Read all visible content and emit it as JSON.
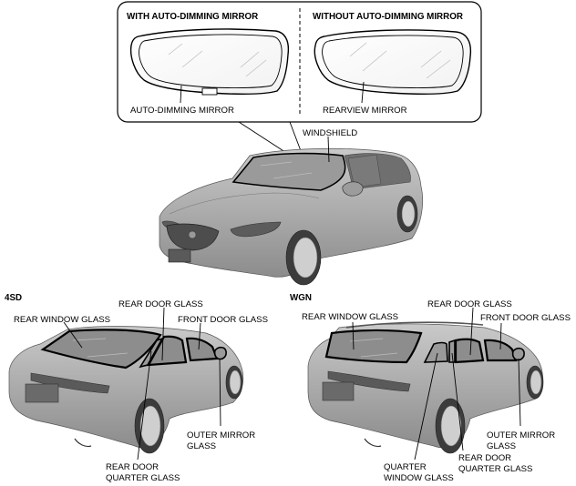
{
  "callout": {
    "left_heading": "WITH AUTO-DIMMING MIRROR",
    "right_heading": "WITHOUT AUTO-DIMMING MIRROR",
    "left_label": "AUTO-DIMMING MIRROR",
    "right_label": "REARVIEW MIRROR"
  },
  "front_view": {
    "windshield_label": "WINDSHIELD"
  },
  "sedan": {
    "tag": "4SD",
    "labels": {
      "rear_window": "REAR WINDOW GLASS",
      "rear_door": "REAR DOOR GLASS",
      "front_door": "FRONT DOOR GLASS",
      "outer_mirror_1": "OUTER MIRROR",
      "outer_mirror_2": "GLASS",
      "rear_quarter_1": "REAR DOOR",
      "rear_quarter_2": "QUARTER GLASS"
    }
  },
  "wagon": {
    "tag": "WGN",
    "labels": {
      "rear_window": "REAR WINDOW GLASS",
      "rear_door": "REAR DOOR GLASS",
      "front_door": "FRONT DOOR GLASS",
      "outer_mirror_1": "OUTER MIRROR",
      "outer_mirror_2": "GLASS",
      "quarter_window_1": "QUARTER",
      "quarter_window_2": "WINDOW GLASS",
      "rear_quarter_1": "REAR DOOR",
      "rear_quarter_2": "QUARTER GLASS"
    }
  }
}
